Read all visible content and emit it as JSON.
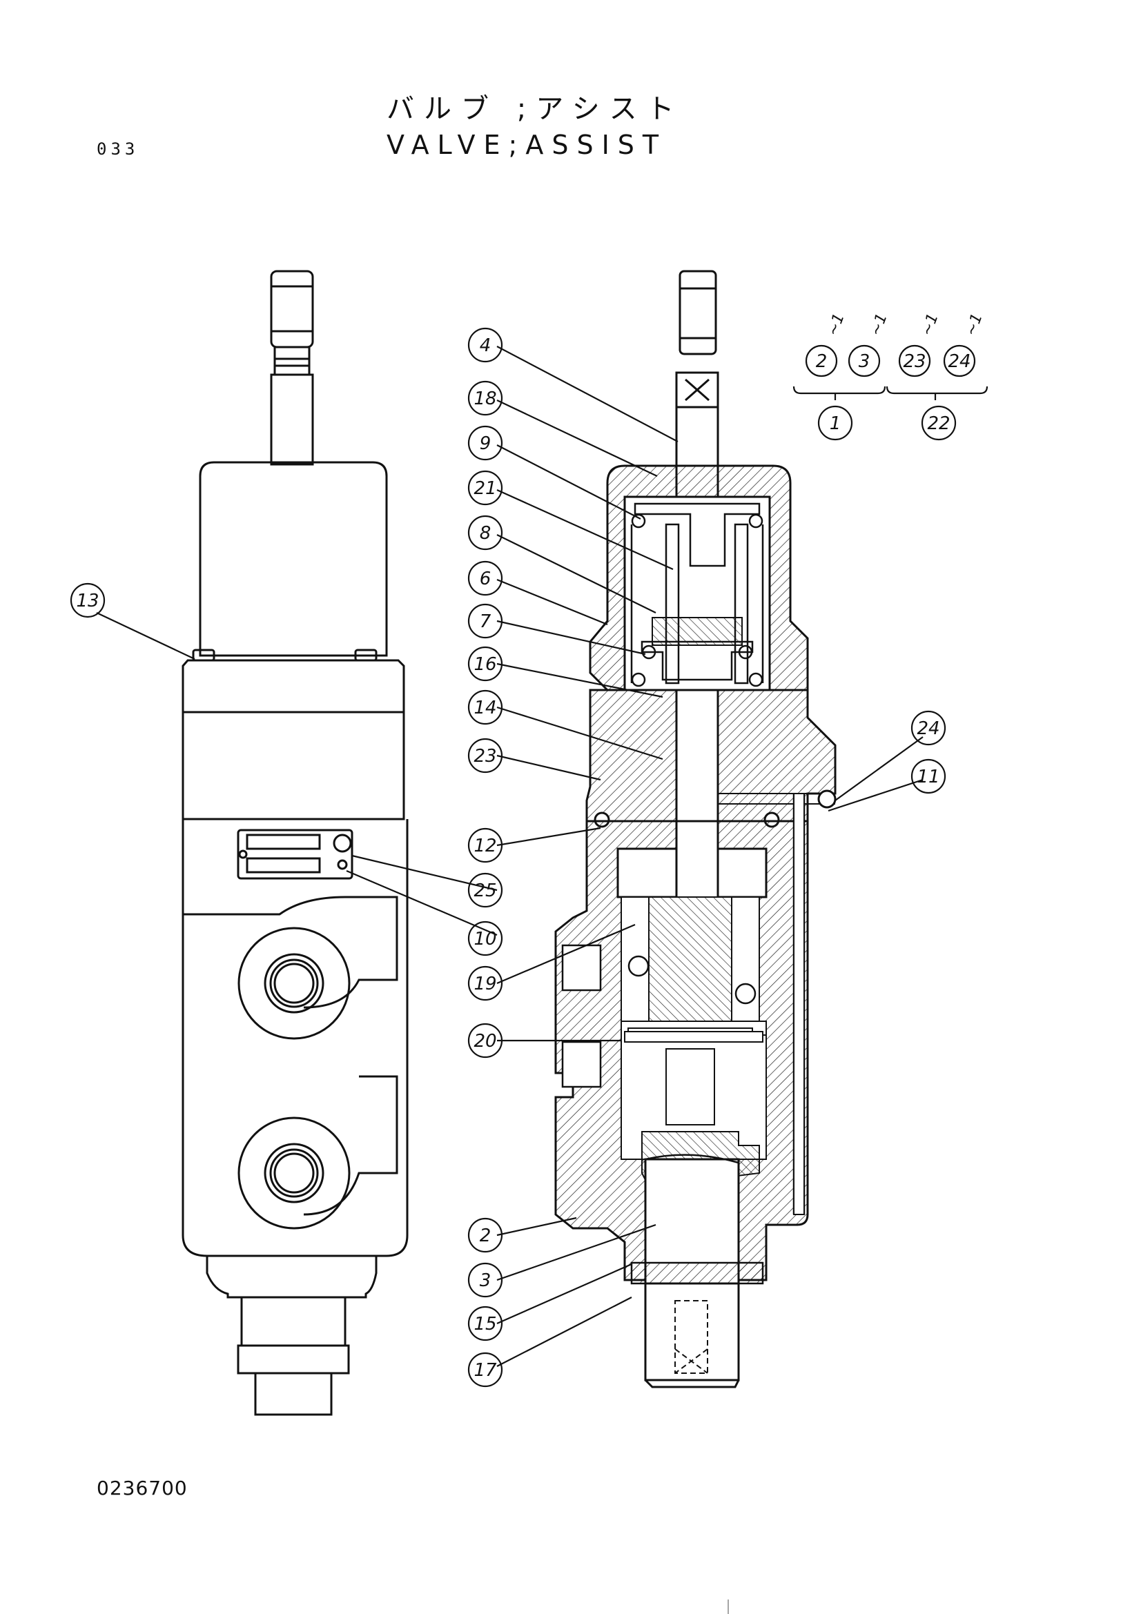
{
  "header": {
    "title_jp": "バルブ ;アシスト",
    "title_en": "VALVE;ASSIST",
    "page_number": "033"
  },
  "footer": {
    "drawing_number": "0236700"
  },
  "callouts": {
    "c13": "13",
    "c4": "4",
    "c18": "18",
    "c9": "9",
    "c21": "21",
    "c8": "8",
    "c6": "6",
    "c7": "7",
    "c16": "16",
    "c14": "14",
    "c23": "23",
    "c12": "12",
    "c25": "25",
    "c10": "10",
    "c19": "19",
    "c20": "20",
    "c2": "2",
    "c3": "3",
    "c15": "15",
    "c17": "17",
    "c24": "24",
    "c11": "11"
  },
  "kit_legend": {
    "kit1": {
      "parent": "1",
      "children": [
        "2",
        "3"
      ],
      "suffix": "~1"
    },
    "kit22": {
      "parent": "22",
      "children": [
        "23",
        "24"
      ],
      "suffix": "~1"
    }
  }
}
